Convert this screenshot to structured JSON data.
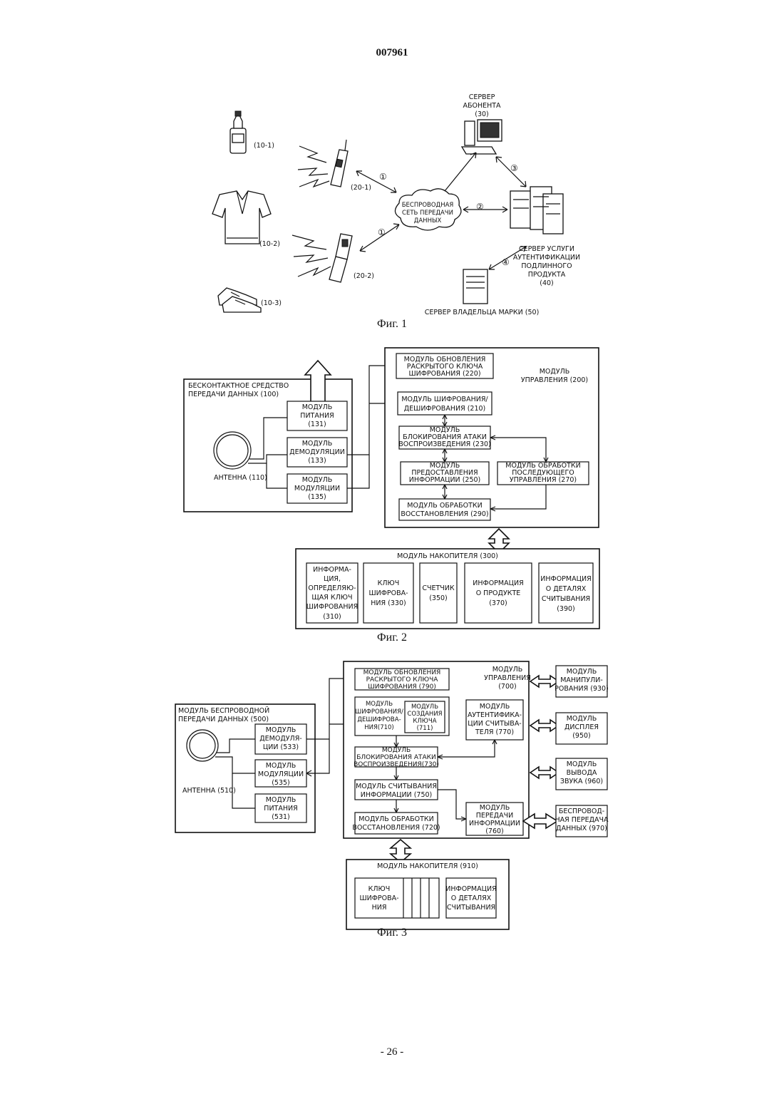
{
  "header": {
    "doc_number": "007961"
  },
  "fig1": {
    "caption": "Фиг. 1",
    "subscriber_server": [
      "СЕРВЕР",
      "АБОНЕНТА",
      "(30)"
    ],
    "network": [
      "БЕСПРОВОДНАЯ",
      "СЕТЬ ПЕРЕДАЧИ",
      "ДАННЫХ"
    ],
    "auth_server": [
      "СЕРВЕР УСЛУГИ",
      "АУТЕНТИФИКАЦИИ",
      "ПОДЛИННОГО",
      "ПРОДУКТА",
      "(40)"
    ],
    "brand_server": "СЕРВЕР ВЛАДЕЛЬЦА МАРКИ (50)",
    "items": [
      "(10-1)",
      "(10-2)",
      "(10-3)"
    ],
    "phones": [
      "(20-1)",
      "(20-2)"
    ],
    "steps": [
      "①",
      "②",
      "③",
      "④",
      "①"
    ]
  },
  "fig2": {
    "caption": "Фиг. 2",
    "contactless": [
      "БЕСКОНТАКТНОЕ СРЕДСТВО",
      "ПЕРЕДАЧИ ДАННЫХ (100)"
    ],
    "power": [
      "МОДУЛЬ",
      "ПИТАНИЯ",
      "(131)"
    ],
    "demod": [
      "МОДУЛЬ",
      "ДЕМОДУЛЯЦИИ",
      "(133)"
    ],
    "mod": [
      "МОДУЛЬ",
      "МОДУЛЯЦИИ",
      "(135)"
    ],
    "antenna": "АНТЕННА (110)",
    "control": [
      "МОДУЛЬ",
      "УПРАВЛЕНИЯ (200)"
    ],
    "key_update": [
      "МОДУЛЬ ОБНОВЛЕНИЯ",
      "РАСКРЫТОГО КЛЮЧА",
      "ШИФРОВАНИЯ (220)"
    ],
    "crypto": [
      "МОДУЛЬ ШИФРОВАНИЯ/",
      "ДЕШИФРОВАНИЯ (210)"
    ],
    "replay": [
      "МОДУЛЬ",
      "БЛОКИРОВАНИЯ АТАКИ",
      "ВОСПРОИЗВЕДЕНИЯ (230)"
    ],
    "info_provide": [
      "МОДУЛЬ",
      "ПРЕДОСТАВЛЕНИЯ",
      "ИНФОРМАЦИИ (250)"
    ],
    "post_control": [
      "МОДУЛЬ ОБРАБОТКИ",
      "ПОСЛЕДУЮЩЕГО",
      "УПРАВЛЕНИЯ (270)"
    ],
    "recovery": [
      "МОДУЛЬ ОБРАБОТКИ",
      "ВОССТАНОВЛЕНИЯ (290)"
    ],
    "storage": "МОДУЛЬ НАКОПИТЕЛЯ (300)",
    "s310": [
      "ИНФОРМА-",
      "ЦИЯ,",
      "ОПРЕДЕЛЯЮ-",
      "ЩАЯ КЛЮЧ",
      "ШИФРОВАНИЯ",
      "(310)"
    ],
    "s330": [
      "КЛЮЧ",
      "ШИФРОВА-",
      "НИЯ (330)"
    ],
    "s350": [
      "СЧЕТЧИК",
      "(350)"
    ],
    "s370": [
      "ИНФОРМАЦИЯ",
      "О ПРОДУКТЕ",
      "(370)"
    ],
    "s390": [
      "ИНФОРМАЦИЯ",
      "О ДЕТАЛЯХ",
      "СЧИТЫВАНИЯ",
      "(390)"
    ]
  },
  "fig3": {
    "caption": "Фиг. 3",
    "wireless": [
      "МОДУЛЬ БЕСПРОВОДНОЙ",
      "ПЕРЕДАЧИ ДАННЫХ (500)"
    ],
    "demod": [
      "МОДУЛЬ",
      "ДЕМОДУЛЯ-",
      "ЦИИ (533)"
    ],
    "mod": [
      "МОДУЛЬ",
      "МОДУЛЯЦИИ",
      "(535)"
    ],
    "power": [
      "МОДУЛЬ",
      "ПИТАНИЯ",
      "(531)"
    ],
    "antenna": "АНТЕННА (510)",
    "control": [
      "МОДУЛЬ",
      "УПРАВЛЕНИЯ",
      "(700)"
    ],
    "key_update": [
      "МОДУЛЬ ОБНОВЛЕНИЯ",
      "РАСКРЫТОГО КЛЮЧА",
      "ШИФРОВАНИЯ (790)"
    ],
    "crypto": [
      "МОДУЛЬ",
      "ШИФРОВАНИЯ/",
      "ДЕШИФРОВА-",
      "НИЯ(710)"
    ],
    "keygen": [
      "МОДУЛЬ",
      "СОЗДАНИЯ",
      "КЛЮЧА",
      "(711)"
    ],
    "reader_auth": [
      "МОДУЛЬ",
      "АУТЕНТИФИКА-",
      "ЦИИ СЧИТЫВА-",
      "ТЕЛЯ (770)"
    ],
    "replay": [
      "МОДУЛЬ",
      "БЛОКИРОВАНИЯ АТАКИ",
      "ВОСПРОИЗВЕДЕНИЯ(730)"
    ],
    "info_read": [
      "МОДУЛЬ СЧИТЫВАНИЯ",
      "ИНФОРМАЦИИ (750)"
    ],
    "recovery": [
      "МОДУЛЬ ОБРАБОТКИ",
      "ВОССТАНОВЛЕНИЯ (720)"
    ],
    "info_tx": [
      "МОДУЛЬ",
      "ПЕРЕДАЧИ",
      "ИНФОРМАЦИИ",
      "(760)"
    ],
    "m930": [
      "МОДУЛЬ",
      "МАНИПУЛИ-",
      "РОВАНИЯ (930)"
    ],
    "m950": [
      "МОДУЛЬ",
      "ДИСПЛЕЯ",
      "(950)"
    ],
    "m960": [
      "МОДУЛЬ",
      "ВЫВОДА",
      "ЗВУКА (960)"
    ],
    "m970": [
      "БЕСПРОВОД-",
      "НАЯ ПЕРЕДАЧА",
      "ДАННЫХ (970)"
    ],
    "storage": "МОДУЛЬ НАКОПИТЕЛЯ (910)",
    "key": [
      "КЛЮЧ",
      "ШИФРОВА-",
      "НИЯ"
    ],
    "read_details": [
      "ИНФОРМАЦИЯ",
      "О ДЕТАЛЯХ",
      "СЧИТЫВАНИЯ"
    ]
  },
  "footer": {
    "page": "- 26 -"
  }
}
